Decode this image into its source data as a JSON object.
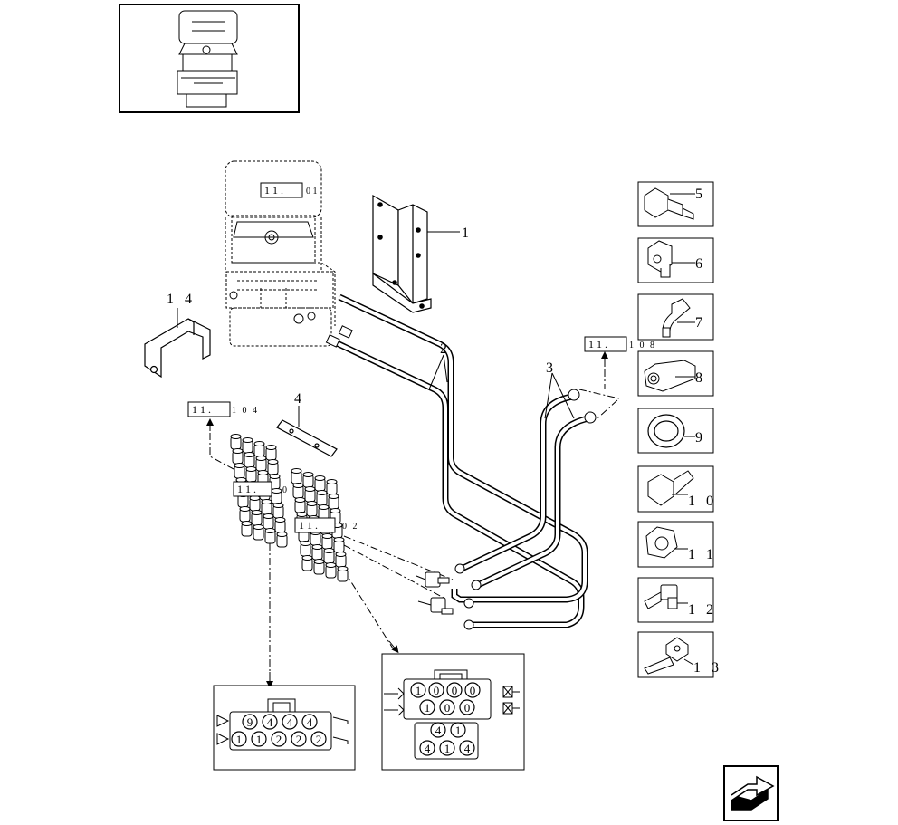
{
  "callouts": {
    "c1": "1",
    "c2": "2",
    "c3": "3",
    "c4": "4",
    "c5": "5",
    "c6": "6",
    "c7": "7",
    "c8": "8",
    "c9": "9",
    "c10": "1 0",
    "c11": "1 1",
    "c12": "1 2",
    "c13": "1 3",
    "c14": "1 4"
  },
  "references": {
    "r_top": "1 1 .",
    "r_top_suffix": "0 1",
    "r_right": "1 1 .",
    "r_right_suffix": "1 0 8",
    "r_left": "1 1 .",
    "r_left_suffix": "1 0 4",
    "r_mid1": "1 1 .",
    "r_mid1_suffix": "0",
    "r_mid2": "1 1 .",
    "r_mid2_suffix": "0 2"
  },
  "left_control_panel": {
    "top_row": [
      "9",
      "4",
      "4",
      "4"
    ],
    "bottom_row": [
      "1",
      "1",
      "2",
      "2",
      "2"
    ]
  },
  "right_control_panel": {
    "top_row": [
      "1",
      "0",
      "0",
      "0"
    ],
    "middle_row": [
      "1",
      "0",
      "0"
    ],
    "lower_row_a": [
      "4",
      "1"
    ],
    "lower_row_b": [
      "4",
      "1",
      "4"
    ]
  },
  "nav": {
    "next_icon": "next-page-arrow-icon"
  }
}
